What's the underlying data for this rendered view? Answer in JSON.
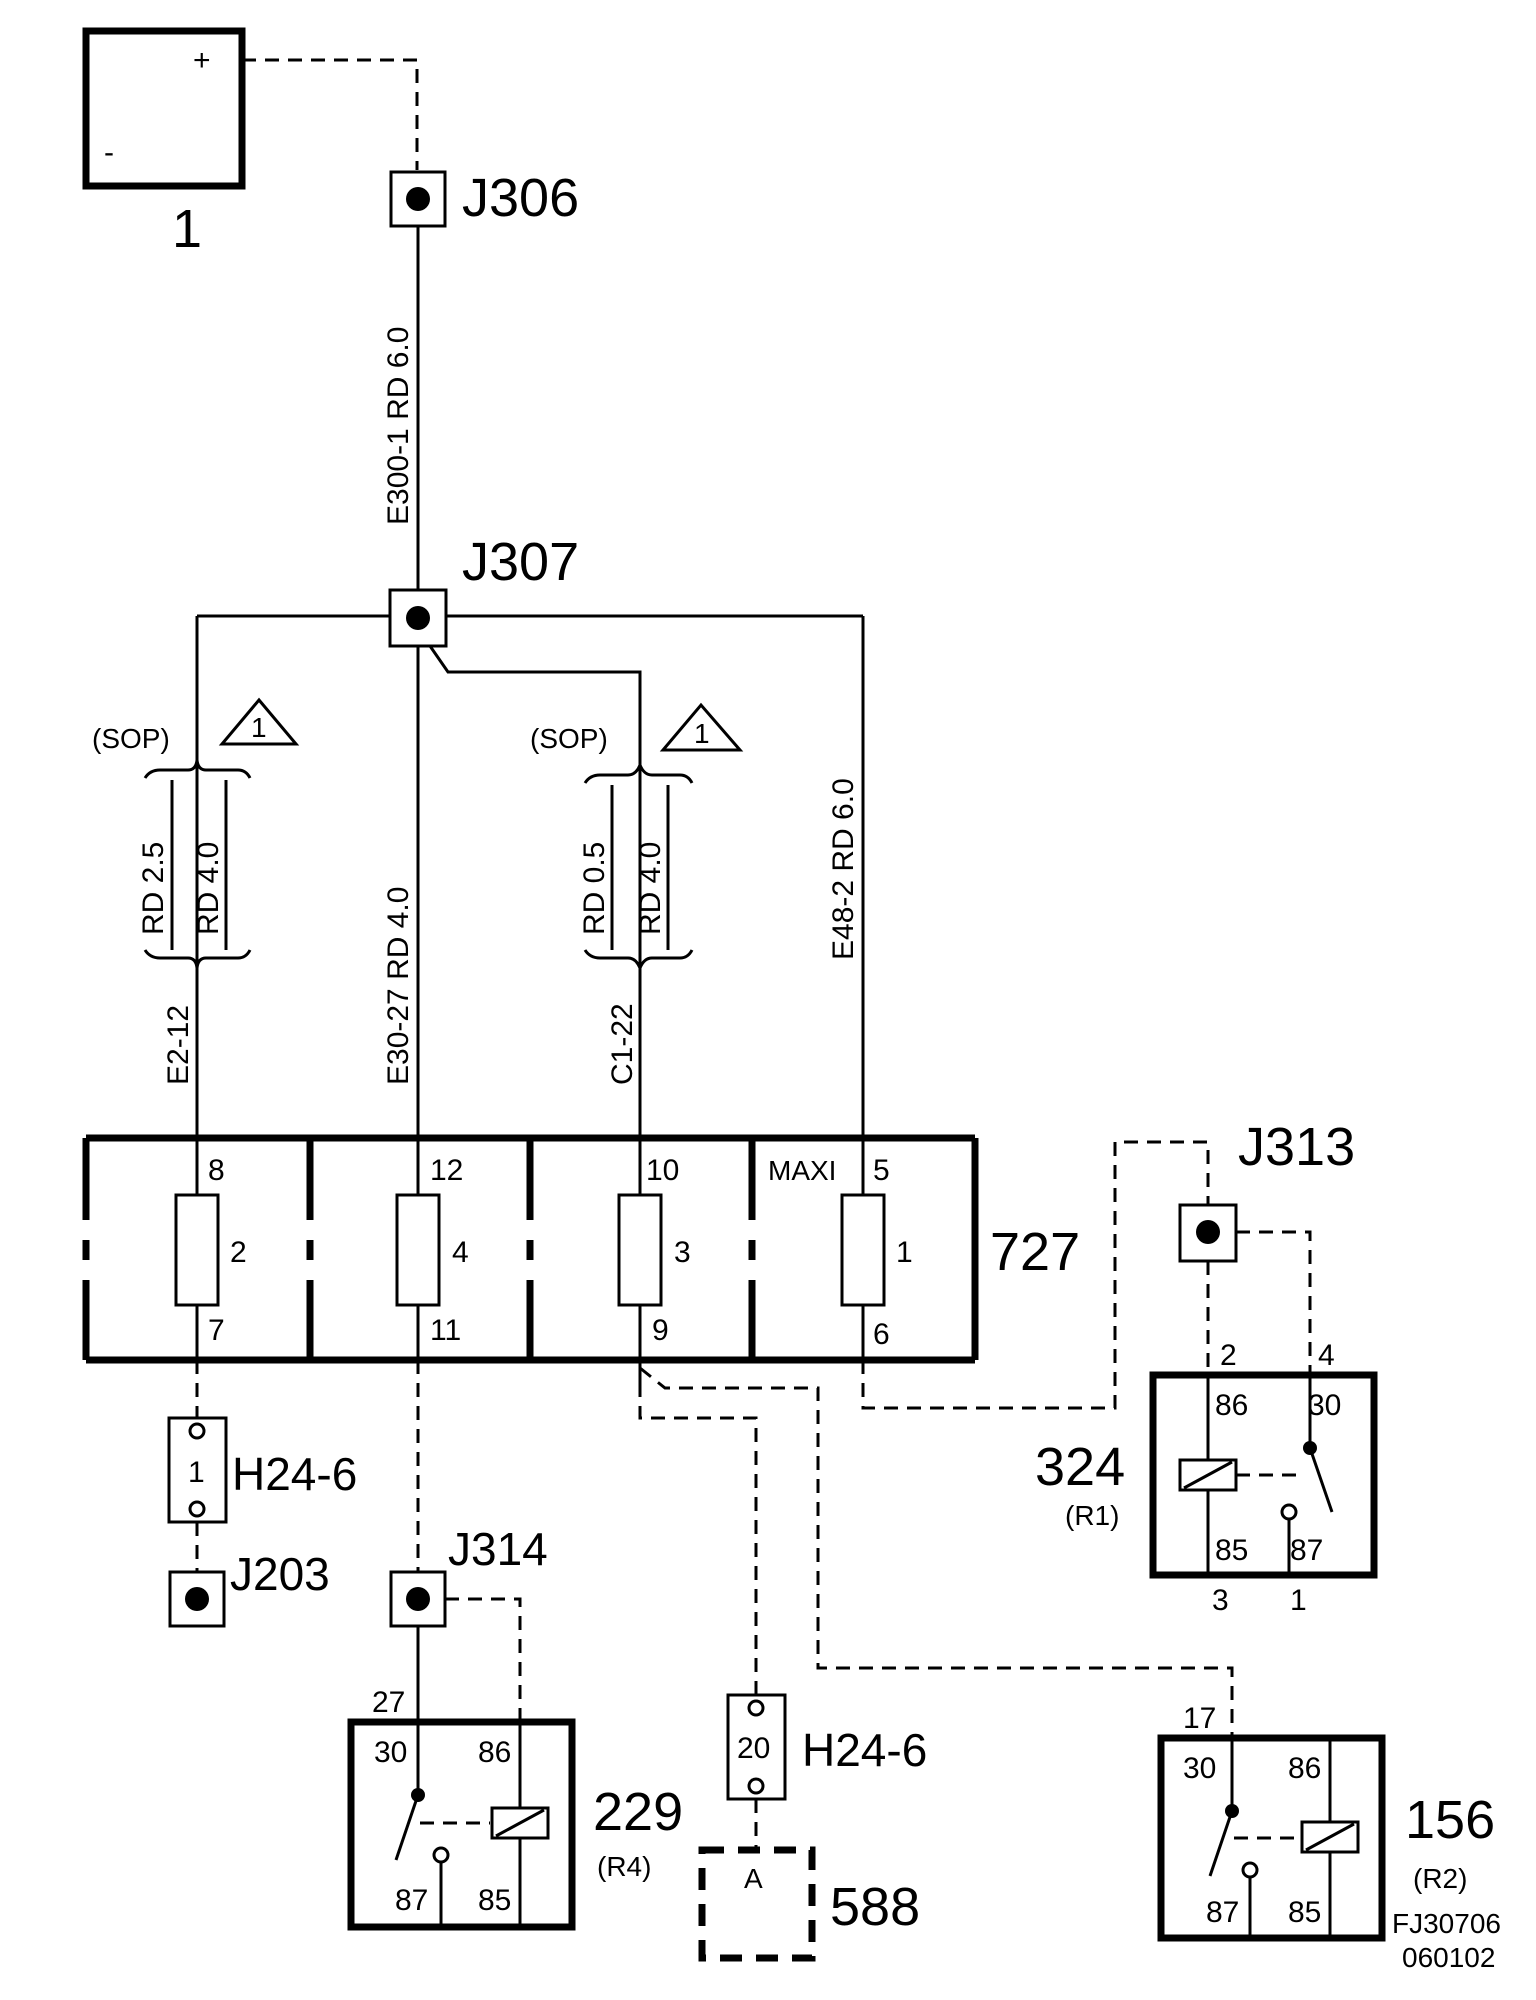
{
  "battery": {
    "id": "1",
    "plus": "+",
    "minus": "-"
  },
  "junctions": {
    "j306": "J306",
    "j307": "J307",
    "j313": "J313",
    "j314": "J314",
    "j203": "J203"
  },
  "wires": {
    "main": "E300-1  RD  6.0",
    "f2_id": "E2-12",
    "f2_a": "RD 2.5",
    "f2_b": "RD 4.0",
    "f4": "E30-27  RD 4.0",
    "f3_id": "C1-22",
    "f3_a": "RD 0.5",
    "f3_b": "RD 4.0",
    "f1": "E48-2  RD 6.0"
  },
  "sop": {
    "label": "(SOP)",
    "note": "1"
  },
  "fusebox": {
    "id": "727",
    "fuses": [
      {
        "num": "2",
        "top": "8",
        "bottom": "7"
      },
      {
        "num": "4",
        "top": "12",
        "bottom": "11"
      },
      {
        "num": "3",
        "top": "10",
        "bottom": "9"
      },
      {
        "num": "1",
        "top": "5",
        "bottom": "6",
        "label": "MAXI"
      }
    ]
  },
  "connectors": {
    "h24_left": {
      "id": "H24-6",
      "pin": "1"
    },
    "h24_mid": {
      "id": "H24-6",
      "pin": "20"
    }
  },
  "relays": {
    "r324": {
      "id": "324",
      "sub": "(R1)",
      "pin86": "86",
      "pin30": "30",
      "pin85": "85",
      "pin87": "87",
      "ext2": "2",
      "ext4": "4",
      "ext3": "3",
      "ext1": "1"
    },
    "r229": {
      "id": "229",
      "sub": "(R4)",
      "pin30": "30",
      "pin86": "86",
      "pin87": "87",
      "pin85": "85",
      "ext27": "27"
    },
    "r156": {
      "id": "156",
      "sub": "(R2)",
      "pin30": "30",
      "pin86": "86",
      "pin87": "87",
      "pin85": "85",
      "ext17": "17"
    }
  },
  "component588": {
    "id": "588",
    "pin": "A"
  },
  "footer": {
    "code": "FJ30706",
    "date": "060102"
  }
}
